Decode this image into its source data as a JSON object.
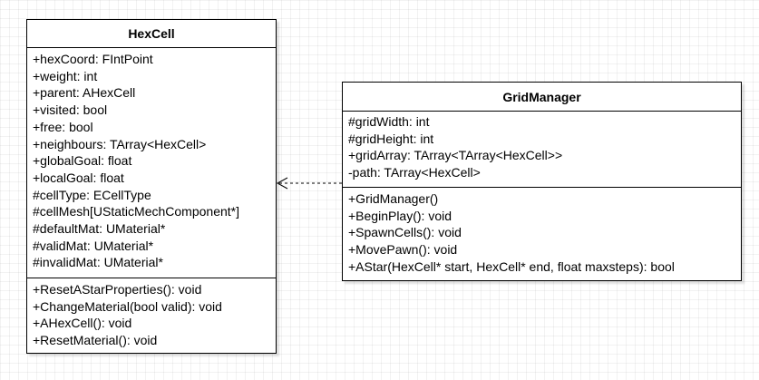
{
  "classes": {
    "hexcell": {
      "name": "HexCell",
      "attributes": [
        "+hexCoord: FIntPoint",
        "+weight: int",
        "+parent: AHexCell",
        "+visited: bool",
        "+free: bool",
        "+neighbours: TArray<HexCell>",
        "+globalGoal: float",
        "+localGoal: float",
        "#cellType: ECellType",
        "#cellMesh[UStaticMechComponent*]",
        "#defaultMat: UMaterial*",
        "#validMat: UMaterial*",
        "#invalidMat: UMaterial*"
      ],
      "operations": [
        "+ResetAStarProperties(): void",
        "+ChangeMaterial(bool valid): void",
        "+AHexCell(): void",
        "+ResetMaterial(): void"
      ]
    },
    "gridmanager": {
      "name": "GridManager",
      "attributes": [
        "#gridWidth: int",
        "#gridHeight: int",
        "+gridArray: TArray<TArray<HexCell>>",
        "-path: TArray<HexCell>"
      ],
      "operations": [
        "+GridManager()",
        "+BeginPlay(): void",
        "+SpawnCells(): void",
        "+MovePawn(): void",
        "+AStar(HexCell* start, HexCell* end, float maxsteps): bool"
      ]
    }
  },
  "relations": [
    {
      "from": "gridmanager",
      "to": "hexcell",
      "type": "dependency"
    }
  ]
}
